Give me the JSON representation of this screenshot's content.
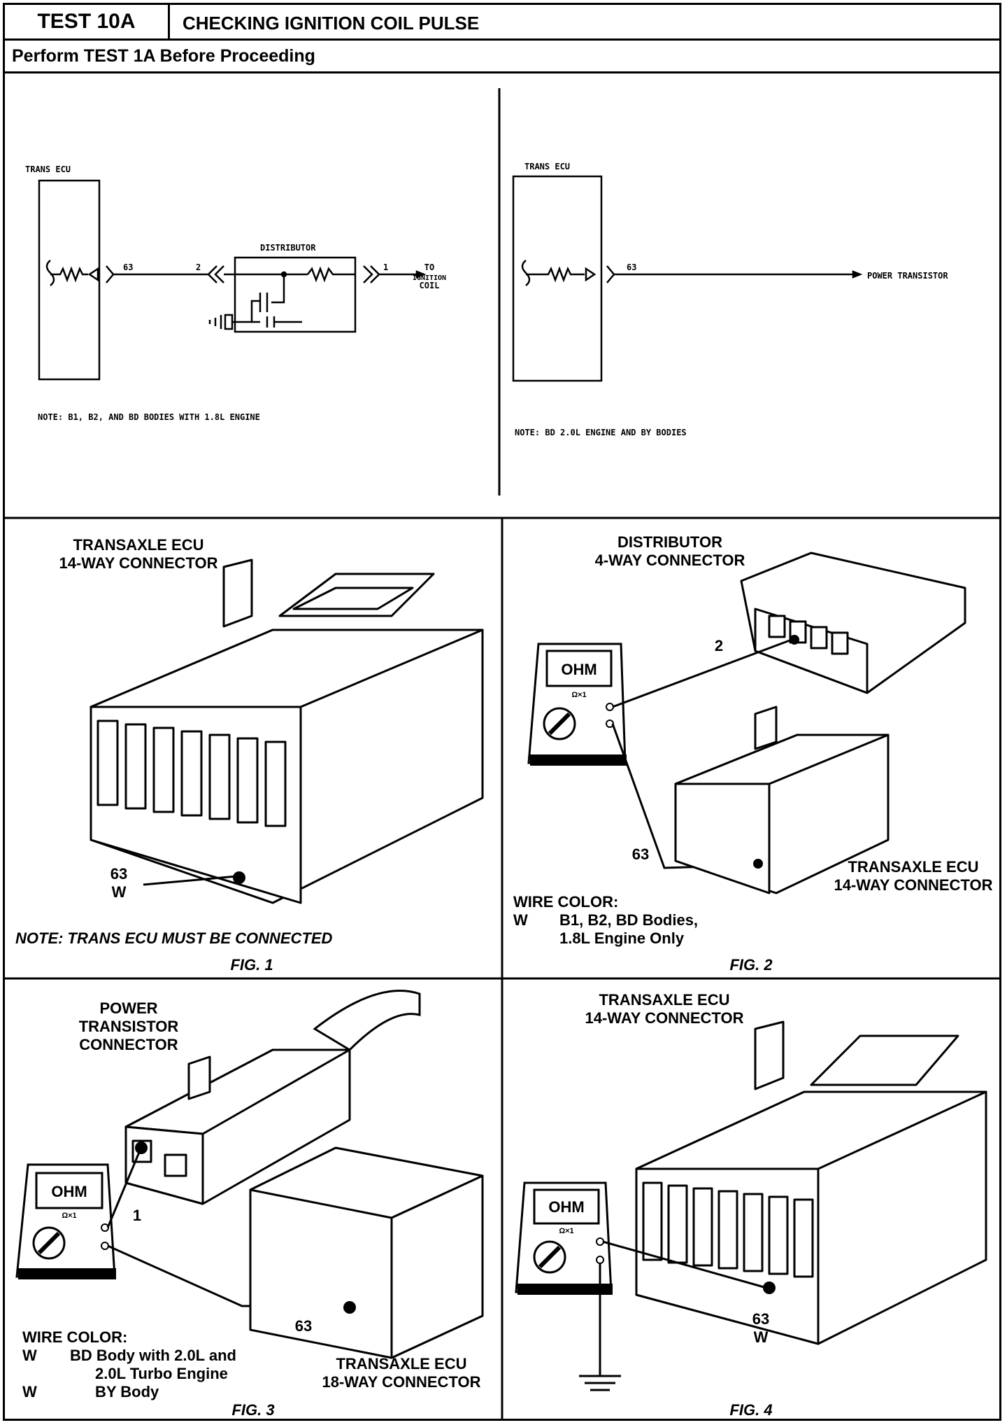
{
  "header": {
    "test_id": "TEST 10A",
    "title": "CHECKING IGNITION COIL PULSE",
    "perform": "Perform TEST 1A Before Proceeding"
  },
  "schematic_left": {
    "ecu_label": "TRANS ECU",
    "pin_63": "63",
    "distributor_label": "DISTRIBUTOR",
    "pin_2": "2",
    "pin_1": "1",
    "to_label_1": "TO",
    "to_label_2": "IGNITION",
    "to_label_3": "COIL",
    "note": "NOTE: B1, B2, AND BD BODIES WITH 1.8L ENGINE"
  },
  "schematic_right": {
    "ecu_label": "TRANS ECU",
    "pin_63": "63",
    "target": "POWER TRANSISTOR",
    "note": "NOTE: BD 2.0L ENGINE AND BY BODIES"
  },
  "fig1": {
    "title_1": "TRANSAXLE ECU",
    "title_2": "14-WAY CONNECTOR",
    "pin": "63",
    "wire": "W",
    "note": "NOTE:  TRANS ECU MUST BE CONNECTED",
    "caption": "FIG. 1"
  },
  "fig2": {
    "title_1": "DISTRIBUTOR",
    "title_2": "4-WAY CONNECTOR",
    "pin_2": "2",
    "meter": "OHM",
    "range": "Ω×1",
    "pin_63": "63",
    "ecu_1": "TRANSAXLE ECU",
    "ecu_2": "14-WAY CONNECTOR",
    "wire_color": "WIRE COLOR:",
    "w": "W",
    "wire_desc_1": "B1, B2, BD Bodies,",
    "wire_desc_2": "1.8L Engine Only",
    "caption": "FIG. 2"
  },
  "fig3": {
    "title_1": "POWER",
    "title_2": "TRANSISTOR",
    "title_3": "CONNECTOR",
    "meter": "OHM",
    "range": "Ω×1",
    "pin_1": "1",
    "pin_63": "63",
    "ecu_1": "TRANSAXLE ECU",
    "ecu_2": "18-WAY CONNECTOR",
    "wire_color": "WIRE COLOR:",
    "w1": "W",
    "desc1_1": "BD Body with 2.0L and",
    "desc1_2": "2.0L Turbo Engine",
    "w2": "W",
    "desc2": "BY Body",
    "caption": "FIG. 3"
  },
  "fig4": {
    "title_1": "TRANSAXLE ECU",
    "title_2": "14-WAY CONNECTOR",
    "meter": "OHM",
    "range": "Ω×1",
    "pin": "63",
    "wire": "W",
    "caption": "FIG. 4"
  }
}
